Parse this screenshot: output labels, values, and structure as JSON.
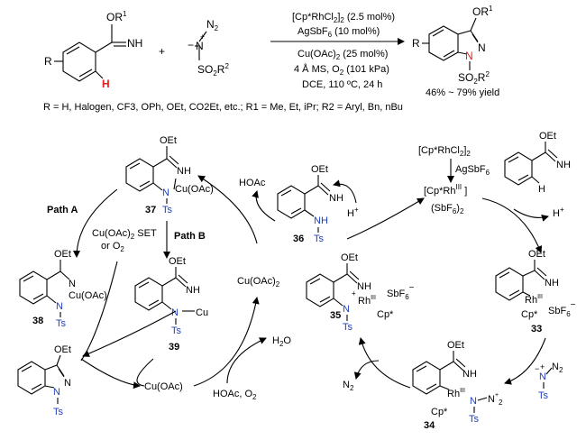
{
  "reaction": {
    "r1_label": "OR",
    "r1_sup": "1",
    "nh": "NH",
    "r_label": "R",
    "h_label": "H",
    "plus": "+",
    "azide_n2": "N",
    "azide_n2_sub": "2",
    "azide_minus": "−",
    "azide_plus": "+",
    "azide_n": "N",
    "so2r2": "SO",
    "so2r2_sub": "2",
    "so2r2_r": "R",
    "so2r2_sup": "2",
    "cond1": "[Cp*RhCl",
    "cond1b": "2",
    "cond1c": "]",
    "cond1d": "2",
    "cond1e": " (2.5 mol%)",
    "cond2": "AgSbF",
    "cond2b": "6",
    "cond2c": " (10 mol%)",
    "cond3": "Cu(OAc)",
    "cond3b": "2",
    "cond3c": " (25 mol%)",
    "cond4": "4 Å MS, O",
    "cond4b": "2",
    "cond4c": " (101 kPa)",
    "cond5": "DCE, 110 ºC, 24 h",
    "prod_or": "OR",
    "prod_or_sup": "1",
    "prod_n": "N",
    "prod_r": "R",
    "prod_n1": "N",
    "prod_so2r2": "SO",
    "prod_so2r2_sub": "2",
    "prod_so2r2_r": "R",
    "prod_so2r2_sup": "2",
    "yield": "46% ~ 79% yield",
    "scope": "R = H, Halogen, CF3, OPh, OEt, CO2Et, etc.; R1 = Me, Et, iPr; R2 = Aryl, Bn, nBu"
  },
  "cycle": {
    "oet": "OEt",
    "nh": "NH",
    "n": "N",
    "ts": "Ts",
    "cu_oac": "Cu(OAc)",
    "cu": "Cu",
    "label_37": "37",
    "label_38": "38",
    "label_39": "39",
    "label_36": "36",
    "label_35": "35",
    "label_33": "33",
    "label_34": "34",
    "path_a": "Path A",
    "path_b": "Path B",
    "cu_oac2_set": "Cu(OAc)",
    "cu_oac2_set_sub": "2",
    "set": " SET",
    "or_o2": "or O",
    "or_o2_sub": "2",
    "hoac": "HOAc",
    "h_plus": "H",
    "plus": "+",
    "cu_oac2_mid": "Cu(OAc)",
    "cu_oac2_mid_sub": "2",
    "cu_oac_bottom": "Cu(OAc)",
    "hoac_o2": "HOAc, O",
    "hoac_o2_sub": "2",
    "h2o": "H",
    "h2o_sub": "2",
    "h2o_o": "O",
    "n2": "N",
    "n2_sub": "2",
    "cp_rhcl2": "[Cp*RhCl",
    "cp_rhcl2_sub": "2",
    "cp_rhcl2_end": "]",
    "cp_rhcl2_end_sub": "2",
    "agsbf6": "AgSbF",
    "agsbf6_sub": "6",
    "cp_rh3": "[Cp*Rh",
    "cp_rh3_sup": "III",
    "cp_rh3_end": " ]",
    "sbf6_2": "(SbF",
    "sbf6_2_sub": "6",
    "sbf6_2_end": ")",
    "sbf6_2_end_sub": "2",
    "rh": "Rh",
    "rh_sup": "III",
    "cp_star": "Cp*",
    "sbf6": "SbF",
    "sbf6_sub": "6",
    "minus": "−",
    "n2_azide": "N",
    "n2_azide_sub": "2",
    "h_ring": "H"
  }
}
